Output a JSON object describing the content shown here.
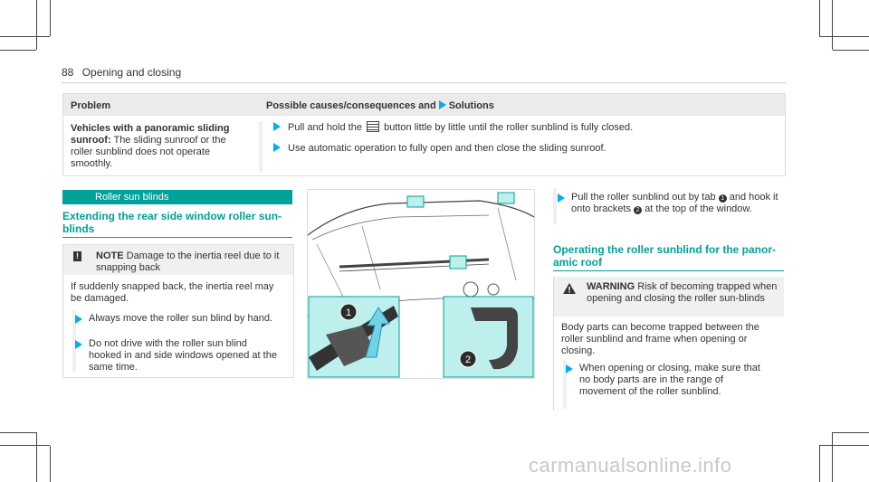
{
  "header": {
    "page_number": "88",
    "section": "Opening and closing"
  },
  "table": {
    "col_problem": "Problem",
    "col_solutions_pre": "Possible causes/consequences and",
    "col_solutions_post": "Solutions",
    "problem_bold": "Vehicles with a panoramic sliding sunroof:",
    "problem_text": "The sliding sunroof or the roller sunblind does not operate smoothly.",
    "step1_pre": "Pull and hold the",
    "step1_post": "button little by little until the roller sunblind is fully closed.",
    "step2": "Use automatic operation to fully open and then close the sliding sunroof."
  },
  "section_title": "Roller sun blinds",
  "subheading_rear": "Extending the rear side window roller sun-blinds",
  "note": {
    "label": "NOTE",
    "title": "Damage to the inertia reel due to it snapping back",
    "body": "If suddenly snapped back, the inertia reel may be damaged.",
    "step1": "Always move the roller sun blind by hand.",
    "step2": "Do not drive with the roller sun blind hooked in and side windows opened at the same time."
  },
  "illustration": {
    "badge1": "1",
    "badge2": "2"
  },
  "pull_step": {
    "pre": "Pull the roller sunblind out by tab",
    "mid": "and hook it onto brackets",
    "post": "at the top of the window.",
    "n1": "1",
    "n2": "2"
  },
  "subheading_panoramic": "Operating the roller sunblind for the panor-amic roof",
  "warning": {
    "label": "WARNING",
    "title": "Risk of becoming trapped when opening and closing the roller sun-blinds",
    "body": "Body parts can become trapped between the roller sunblind and frame when opening or closing.",
    "step": "When opening or closing, make sure that no body parts are in the range of movement of the roller sunblind."
  },
  "watermark": "carmanualsonline.info",
  "colors": {
    "accent": "#00a09b",
    "arrow": "#00adef",
    "illustration_bg": "#bdf0ec"
  }
}
